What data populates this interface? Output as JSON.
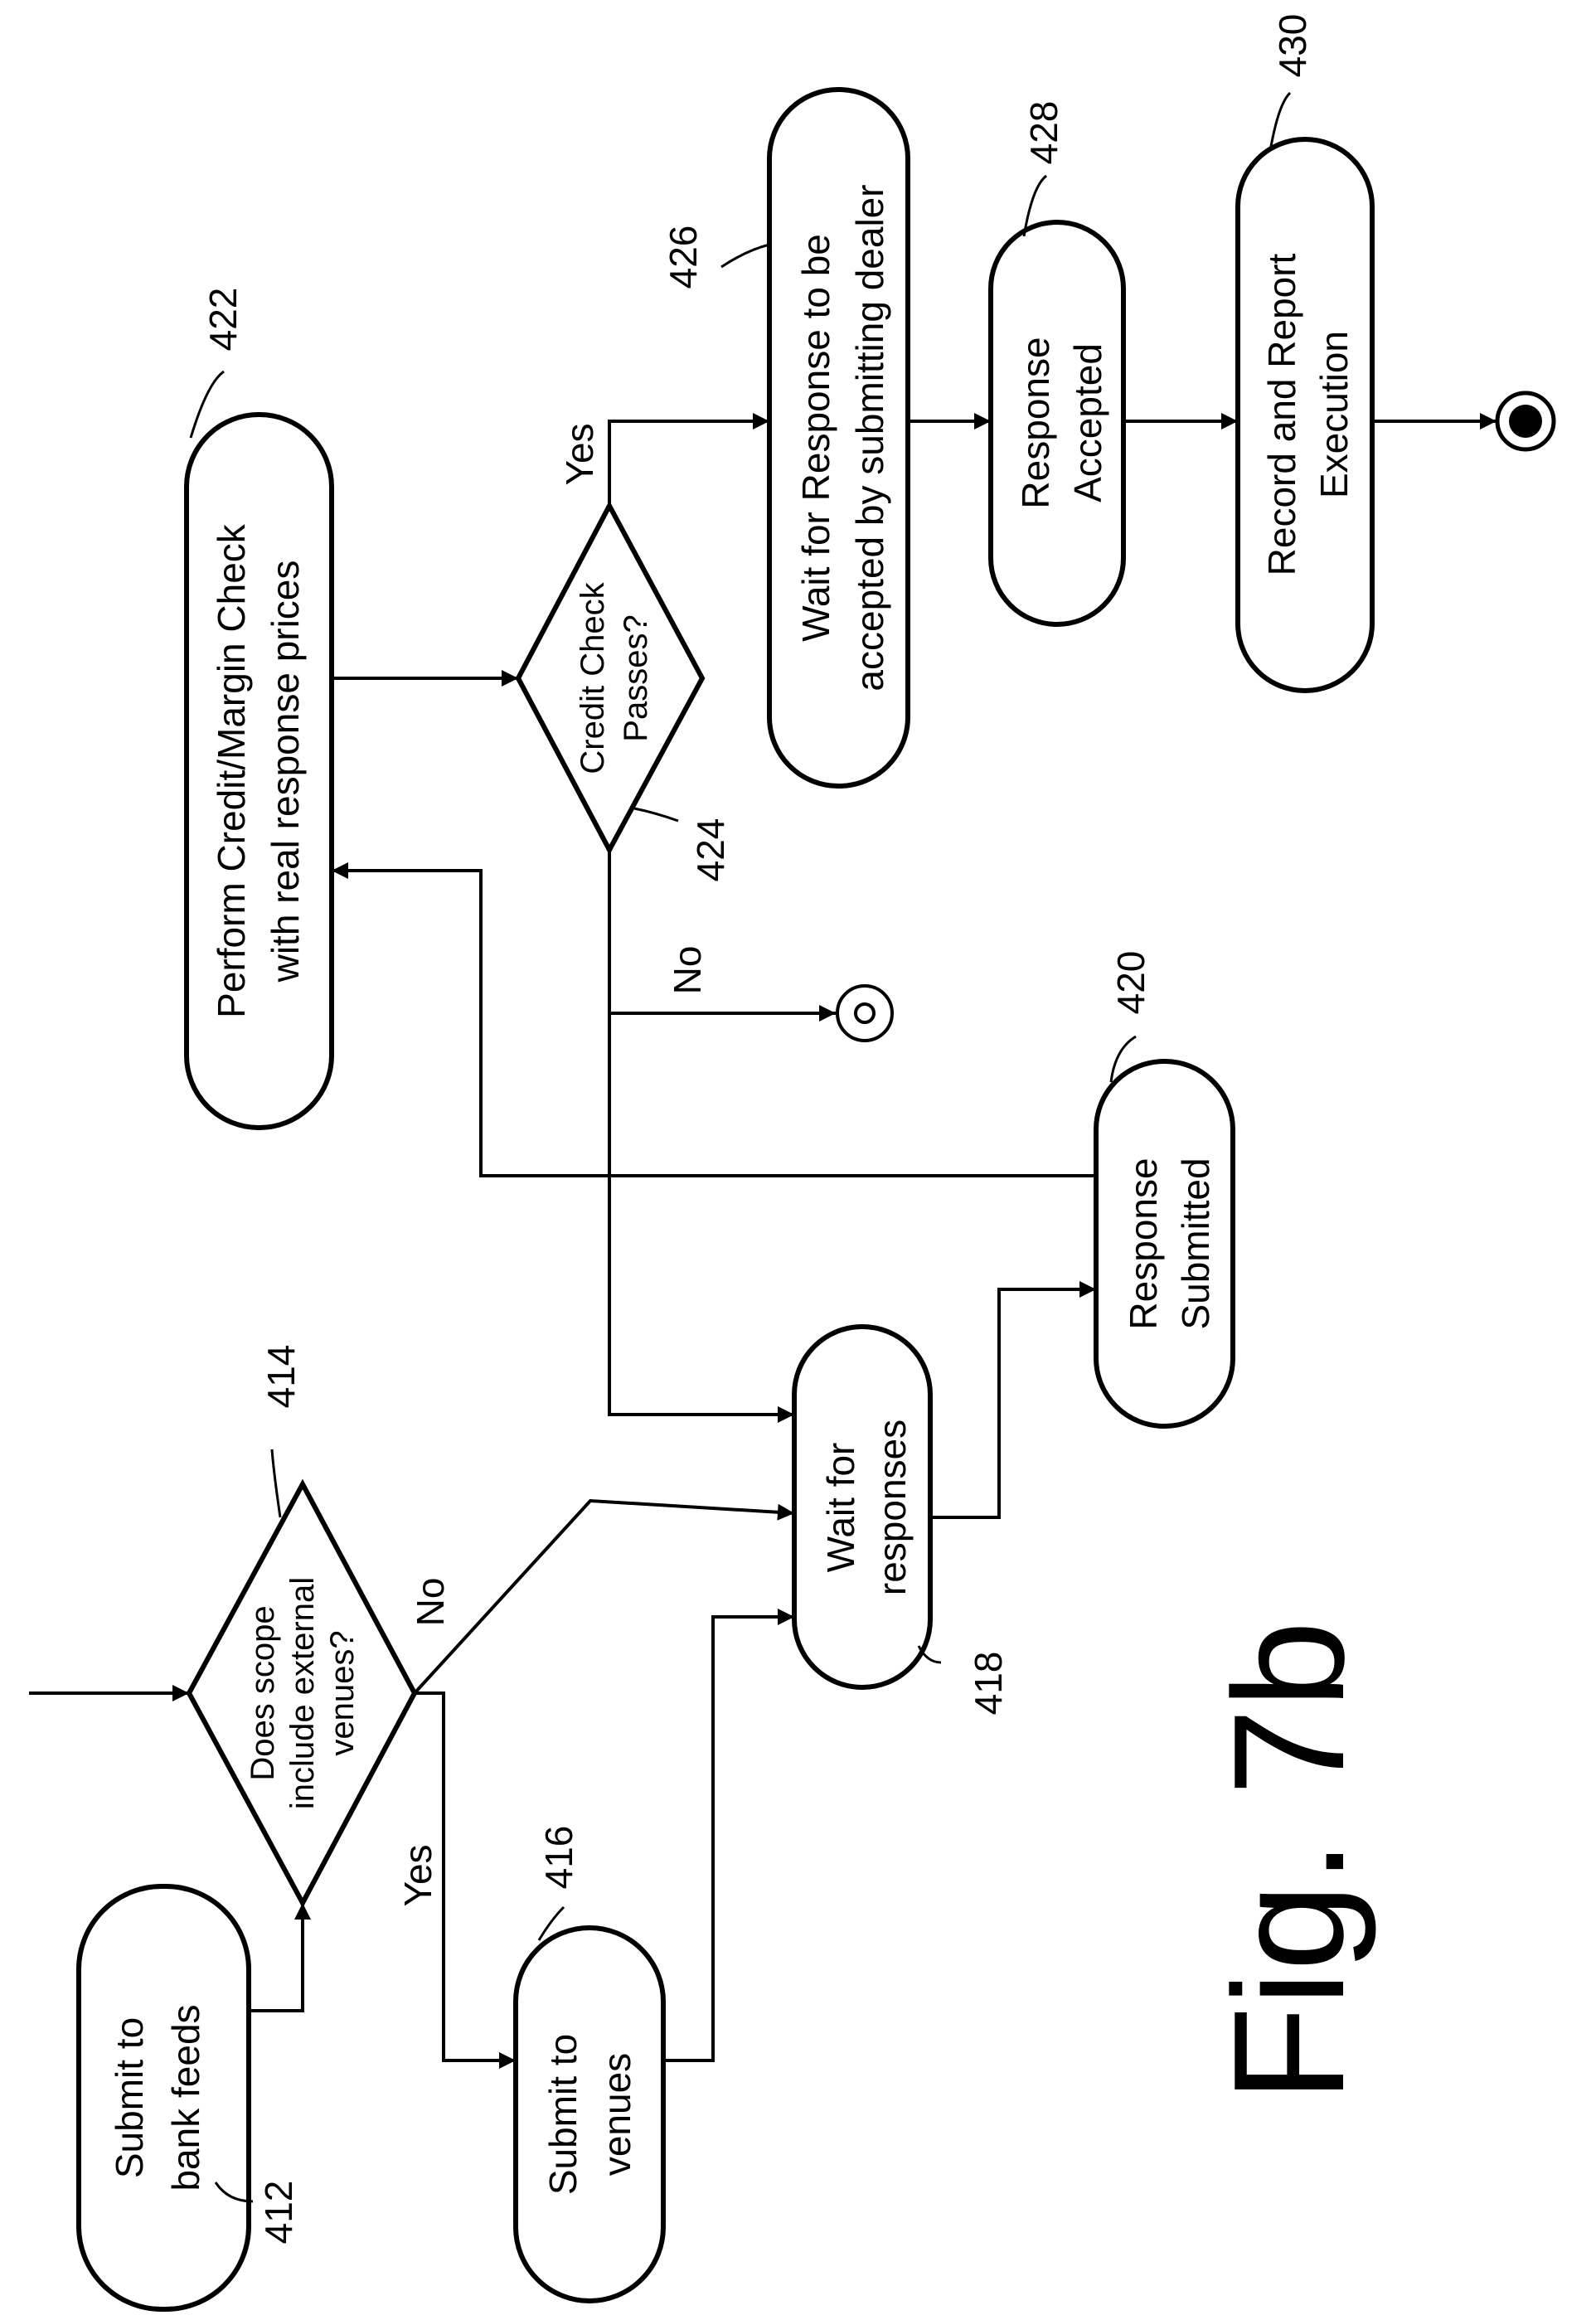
{
  "figure": {
    "title": "Fig. 7b"
  },
  "nodes": {
    "submit_bank": {
      "ref": "412",
      "lines": [
        "Submit to",
        "bank feeds"
      ]
    },
    "decision_scope": {
      "ref": "414",
      "lines": [
        "Does scope",
        "include external",
        "venues?"
      ]
    },
    "submit_venues": {
      "ref": "416",
      "lines": [
        "Submit to",
        "venues"
      ]
    },
    "wait_responses": {
      "ref": "418",
      "lines": [
        "Wait for",
        "responses"
      ]
    },
    "response_submitted": {
      "ref": "420",
      "lines": [
        "Response",
        "Submitted"
      ]
    },
    "credit_check": {
      "ref": "422",
      "lines": [
        "Perform Credit/Margin Check",
        "with real response prices"
      ]
    },
    "decision_credit": {
      "ref": "424",
      "lines": [
        "Credit Check",
        "Passes?"
      ]
    },
    "wait_accept": {
      "ref": "426",
      "lines": [
        "Wait for Response to be",
        "accepted by submitting dealer"
      ]
    },
    "response_accepted": {
      "ref": "428",
      "lines": [
        "Response",
        "Accepted"
      ]
    },
    "record_report": {
      "ref": "430",
      "lines": [
        "Record and Report",
        "Execution"
      ]
    }
  },
  "edge_labels": {
    "scope_yes": "Yes",
    "scope_no": "No",
    "credit_yes": "Yes",
    "credit_no": "No"
  }
}
